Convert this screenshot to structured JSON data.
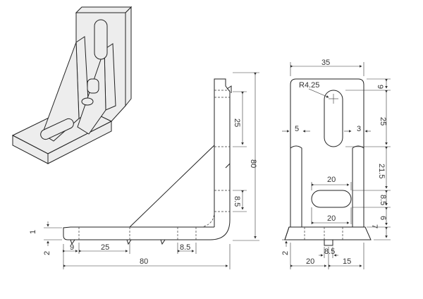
{
  "side_view": {
    "dim_height": "80",
    "dim_slot_upper": "25",
    "dim_slot_lower": "8.5",
    "dim_width": "80",
    "dim_left": "9",
    "dim_mid": "25",
    "dim_right": "8.5",
    "dim_thk_a": "1",
    "dim_thk_b": "2"
  },
  "front_view": {
    "dim_width": "35",
    "dim_radius": "R4.25",
    "dim_top": "9",
    "dim_slot_len": "25",
    "dim_gap_left": "5",
    "dim_gap_right": "3",
    "dim_mid": "21.5",
    "dim_slot_width_top": "20",
    "dim_slot_height": "8.5",
    "dim_slot_width_bottom": "20",
    "dim_foot": "6",
    "dim_foot_b": "7",
    "dim_bottom_left": "20",
    "dim_bottom_right": "15",
    "dim_pin": "8.5",
    "dim_thk": "2"
  }
}
